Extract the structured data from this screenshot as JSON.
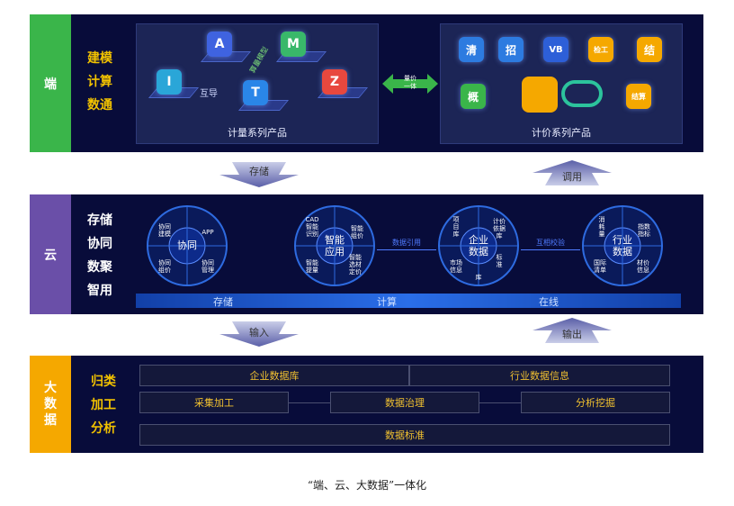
{
  "rows": {
    "duan": {
      "label": "端",
      "lines": [
        "建模",
        "计算",
        "数通"
      ],
      "color": "#3ab54a"
    },
    "yun": {
      "label": "云",
      "lines": [
        "存储",
        "协同",
        "数聚",
        "智用"
      ],
      "color": "#6a4fa8"
    },
    "dashuju": {
      "label": "大\n数\n据",
      "lines": [
        "归类",
        "加工",
        "分析"
      ],
      "color": "#f5a800"
    }
  },
  "duan": {
    "left_caption": "计量系列产品",
    "right_caption": "计价系列产品",
    "link_label": "量价\n一体",
    "import_label": "互导",
    "diag_label": "算量模型",
    "left_icons": [
      "A",
      "M",
      "I",
      "T",
      "Z"
    ],
    "right_icons": [
      "清",
      "招",
      "VB",
      "检工",
      "结",
      "概",
      "结算"
    ]
  },
  "transitions": {
    "store": "存储",
    "call": "调用",
    "input": "输入",
    "output": "输出"
  },
  "yun": {
    "bar": [
      "存储",
      "计算",
      "在线"
    ],
    "wheels": [
      {
        "center": "协同",
        "items": [
          "协同\n建模",
          "APP",
          "协同\n组价",
          "协同\n管理"
        ]
      },
      {
        "center": "智能\n应用",
        "items": [
          "CAD\n智能\n识别",
          "智能\n组价",
          "智能\n提量",
          "智能\n选材\n定价"
        ]
      },
      {
        "center": "企业\n数据",
        "items": [
          "项\n目\n库",
          "计价\n依据\n库",
          "市场\n信息",
          "标\n准",
          "库"
        ]
      },
      {
        "center": "行业\n数据",
        "items": [
          "消\n耗\n量",
          "指数\n指标",
          "国际\n清单",
          "材价\n信息"
        ]
      }
    ],
    "link1": "数据引用",
    "link2": "互相校验"
  },
  "dashuju": {
    "row1": [
      "企业数据库",
      "行业数据信息"
    ],
    "row2": [
      "采集加工",
      "数据治理",
      "分析挖掘"
    ],
    "row3": [
      "数据标准"
    ]
  },
  "caption": "“端、云、大数据”一体化"
}
